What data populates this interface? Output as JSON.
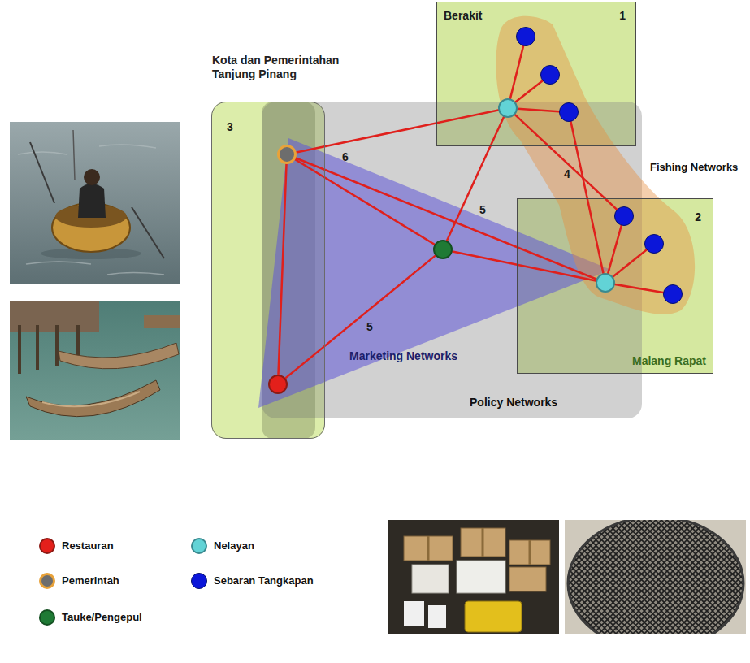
{
  "diagram": {
    "nodes": [
      {
        "text": [
          "Kota dan Pemerintahan Tanjung Pinang",
          "3"
        ]
      },
      {
        "text": [],
        "in": 0
      },
      {
        "text": [],
        "in": 0
      },
      {
        "text": [
          "Berakit",
          "1"
        ]
      },
      {
        "text": [],
        "in": 3
      },
      {
        "text": [],
        "in": 3
      },
      {
        "text": [],
        "in": 3
      },
      {
        "text": [],
        "in": 3
      },
      {
        "text": [
          "Malang Rapat",
          "2"
        ]
      },
      {
        "text": [],
        "in": 8
      },
      {
        "text": [],
        "in": 8
      },
      {
        "text": [],
        "in": 8
      },
      {
        "text": [],
        "in": 8
      },
      {
        "text": []
      }
    ],
    "edges": [
      {
        "from": 1,
        "to": 4,
        "arrow": "none",
        "label": "6"
      },
      {
        "from": 1,
        "to": 2,
        "arrow": "none"
      },
      {
        "from": 1,
        "to": 13,
        "arrow": "none"
      },
      {
        "from": 1,
        "to": 9,
        "arrow": "none"
      },
      {
        "from": 2,
        "to": 13,
        "arrow": "none",
        "label": "5"
      },
      {
        "from": 13,
        "to": 4,
        "arrow": "none",
        "label": "5"
      },
      {
        "from": 13,
        "to": 9,
        "arrow": "none"
      },
      {
        "from": 4,
        "to": 5,
        "arrow": "none"
      },
      {
        "from": 4,
        "to": 6,
        "arrow": "none"
      },
      {
        "from": 4,
        "to": 7,
        "arrow": "none"
      },
      {
        "from": 4,
        "to": 10,
        "arrow": "none",
        "label": "4"
      },
      {
        "from": 7,
        "to": 9,
        "arrow": "none"
      },
      {
        "from": 9,
        "to": 10,
        "arrow": "none"
      },
      {
        "from": 9,
        "to": 11,
        "arrow": "none"
      },
      {
        "from": 9,
        "to": 12,
        "arrow": "none"
      }
    ],
    "labels": [
      "Fishing Networks",
      "Marketing Networks",
      "Policy Networks"
    ],
    "legend": [
      {
        "text": "Restauran",
        "color": "#e3201b"
      },
      {
        "text": "Pemerintah",
        "color": "#6d6d6d"
      },
      {
        "text": "Tauke/Pengepul",
        "color": "#1f7a35"
      },
      {
        "text": "Nelayan",
        "color": "#62d3d6"
      },
      {
        "text": "Sebaran Tangkapan",
        "color": "#0b16d9"
      }
    ]
  }
}
